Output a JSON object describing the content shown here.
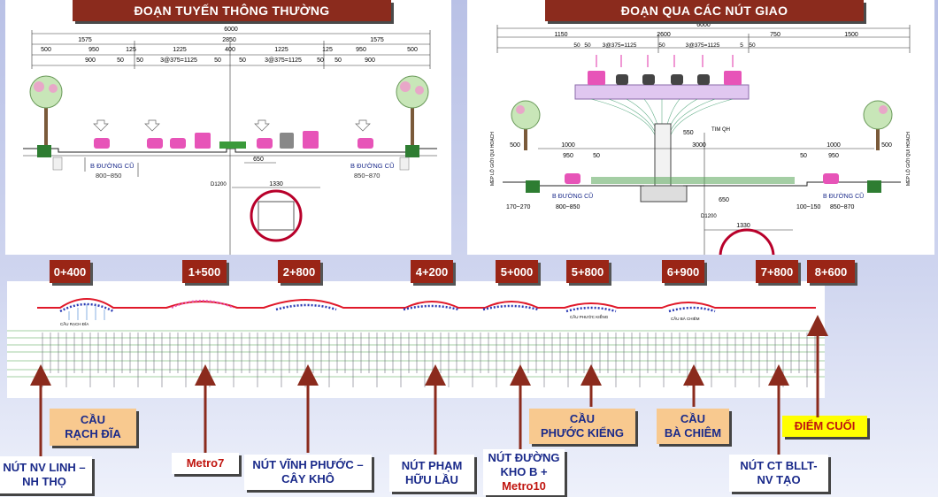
{
  "left_panel": {
    "title": "ĐOẠN TUYẾN THÔNG THƯỜNG",
    "dims_top": [
      "6000",
      "1575",
      "2850",
      "1575",
      "500",
      "950",
      "125",
      "1225",
      "400",
      "1225",
      "125",
      "950",
      "500",
      "900",
      "50",
      "50",
      "3@375=1125",
      "50",
      "50",
      "3@375=1125",
      "50",
      "50",
      "900"
    ],
    "label_left": "B ĐƯỜNG CŨ",
    "range_left": "800~850",
    "label_right": "B ĐƯỜNG CŨ",
    "range_right": "850~870",
    "dim_650": "650",
    "dim_1330": "1330",
    "d1200": "D1200"
  },
  "right_panel": {
    "title": "ĐOẠN QUA CÁC NÚT GIAO",
    "dims_top": [
      "6000",
      "1150",
      "2600",
      "750",
      "1500",
      "50",
      "50",
      "3@375=1125",
      "50",
      "3@375=1125",
      "5",
      "50"
    ],
    "dim_550": "550",
    "tim_qh": "TIM QH",
    "dim_1000": "1000",
    "dim_950": "950",
    "dim_50": "50",
    "dim_3000": "3000",
    "dim_1000_r": "1000",
    "dim_950_r": "950",
    "dim_50_r": "50",
    "dim_500_l": "500",
    "dim_500_r": "500",
    "label_left": "B ĐƯỜNG CŨ",
    "range_left_a": "170~270",
    "range_left_b": "800~850",
    "label_right": "B ĐƯỜNG CŨ",
    "range_right_a": "100~150",
    "range_right_b": "850~870",
    "dim_650": "650",
    "d1200": "D1200",
    "dim_1330": "1330",
    "side_left": "MÉP LỘ GIỚI QUI HOẠCH",
    "side_right": "MÉP LỘ GIỚI QUI HOẠCH"
  },
  "chainages": [
    "0+400",
    "1+500",
    "2+800",
    "4+200",
    "5+000",
    "5+800",
    "6+900",
    "7+800",
    "8+600"
  ],
  "profile": {
    "bridge_1": "CẦU RẠCH ĐĨA",
    "bridge_2": "CẦU PHƯỚC KIỂNG",
    "bridge_3": "CẦU BÀ CHIÊM"
  },
  "labels": {
    "cau_rach_dia": [
      "CẦU",
      "RẠCH ĐĨA"
    ],
    "cau_phuoc_kieng": [
      "CẦU",
      "PHƯỚC KIỂNG"
    ],
    "cau_ba_chiem": [
      "CẦU",
      "BÀ CHIÊM"
    ],
    "diem_cuoi": "ĐIỂM CUỐI",
    "nut_nv_linh": [
      "NÚT NV LINH –",
      "NH THỌ"
    ],
    "metro7": "Metro7",
    "nut_vinh_phuoc": [
      "NÚT VĨNH PHƯỚC –",
      "CÂY KHÔ"
    ],
    "nut_pham_huu_lau": [
      "NÚT PHẠM",
      "HỮU LẦU"
    ],
    "nut_duong_kho_b": [
      "NÚT ĐƯỜNG",
      "KHO B +"
    ],
    "metro10": "Metro10",
    "nut_ct_bllt": [
      "NÚT CT BLLT-",
      "NV TẠO"
    ]
  },
  "colors": {
    "title_bg": "#8b2b1d",
    "arrow": "#8b2b1d",
    "profile_red": "#e0192a",
    "bridge_blue": "#2b3bb5",
    "peach": "#f8c98f",
    "yellow": "#ffff00"
  }
}
